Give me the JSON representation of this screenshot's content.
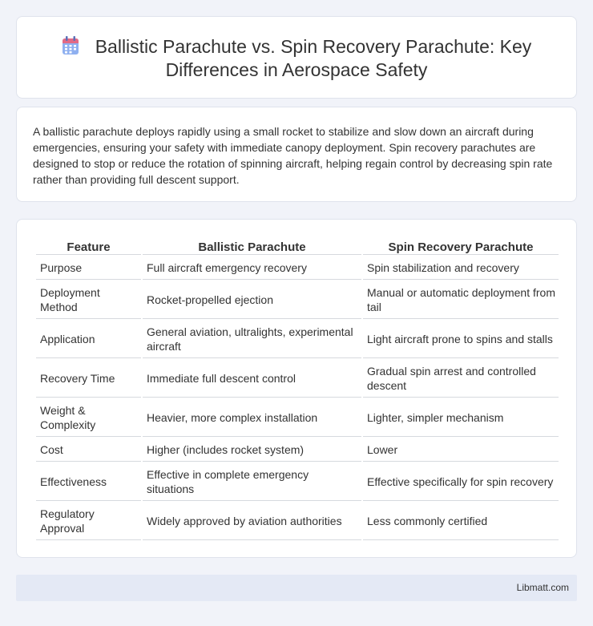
{
  "header": {
    "icon": "calendar-icon",
    "title_line1": "Ballistic Parachute vs. Spin Recovery Parachute: Key",
    "title_line2": "Differences in Aerospace Safety"
  },
  "intro": {
    "text": "A ballistic parachute deploys rapidly using a small rocket to stabilize and slow down an aircraft during emergencies, ensuring your safety with immediate canopy deployment. Spin recovery parachutes are designed to stop or reduce the rotation of spinning aircraft, helping regain control by decreasing spin rate rather than providing full descent support."
  },
  "table": {
    "headers": [
      "Feature",
      "Ballistic Parachute",
      "Spin Recovery Parachute"
    ],
    "rows": [
      [
        "Purpose",
        "Full aircraft emergency recovery",
        "Spin stabilization and recovery"
      ],
      [
        "Deployment Method",
        "Rocket-propelled ejection",
        "Manual or automatic deployment from tail"
      ],
      [
        "Application",
        "General aviation, ultralights, experimental aircraft",
        "Light aircraft prone to spins and stalls"
      ],
      [
        "Recovery Time",
        "Immediate full descent control",
        "Gradual spin arrest and controlled descent"
      ],
      [
        "Weight & Complexity",
        "Heavier, more complex installation",
        "Lighter, simpler mechanism"
      ],
      [
        "Cost",
        "Higher (includes rocket system)",
        "Lower"
      ],
      [
        "Effectiveness",
        "Effective in complete emergency situations",
        "Effective specifically for spin recovery"
      ],
      [
        "Regulatory Approval",
        "Widely approved by aviation authorities",
        "Less commonly certified"
      ]
    ]
  },
  "footer": {
    "text": "Libmatt.com"
  },
  "colors": {
    "page_bg": "#f1f3f9",
    "footer_bg": "#e4e9f5",
    "icon_top": "#e0607e",
    "icon_body": "#7b9ce8"
  }
}
